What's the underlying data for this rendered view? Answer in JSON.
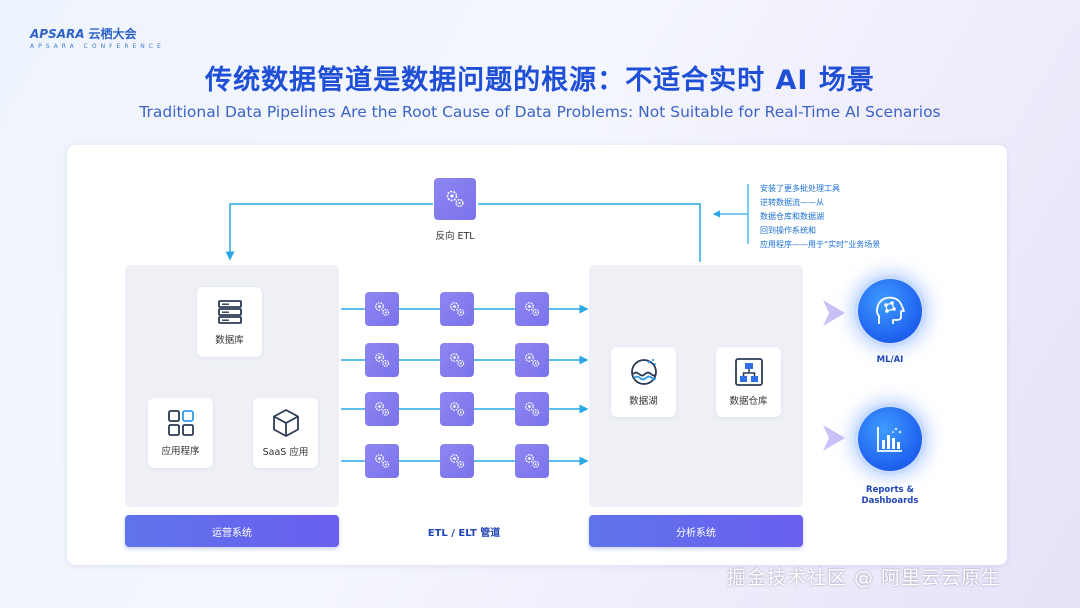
{
  "logo": {
    "brand": "APSARA",
    "brand_cn": "云栖大会",
    "sub": "APSARA CONFERENCE"
  },
  "title_cn": "传统数据管道是数据问题的根源：不适合实时 AI 场景",
  "title_en": "Traditional Data Pipelines Are the Root Cause of Data Problems: Not Suitable for Real-Time AI Scenarios",
  "reverse_etl": {
    "label": "反向 ETL",
    "icon": "gear-icon"
  },
  "note_lines": [
    "安装了更多批处理工具",
    "逆转数据流——从",
    "数据仓库和数据湖",
    "回到操作系统和",
    "应用程序——用于“实时”业务场景"
  ],
  "operations": {
    "database": "数据库",
    "application": "应用程序",
    "saas": "SaaS 应用",
    "bar": "运营系统"
  },
  "pipeline": {
    "bar": "ETL / ELT 管道",
    "rows": 4,
    "cols": 3
  },
  "analytics": {
    "lake": "数据湖",
    "warehouse": "数据仓库",
    "bar": "分析系统"
  },
  "outputs": {
    "ml": "ML/AI",
    "reports_line1": "Reports &",
    "reports_line2": "Dashboards"
  },
  "watermark": "掘金技术社区 @ 阿里云云原生",
  "colors": {
    "title": "#1f4fd6",
    "arrow": "#29a7e6",
    "gear": "#8e87f2",
    "bar": "#5f74ea",
    "orb": "#1e60ee"
  }
}
